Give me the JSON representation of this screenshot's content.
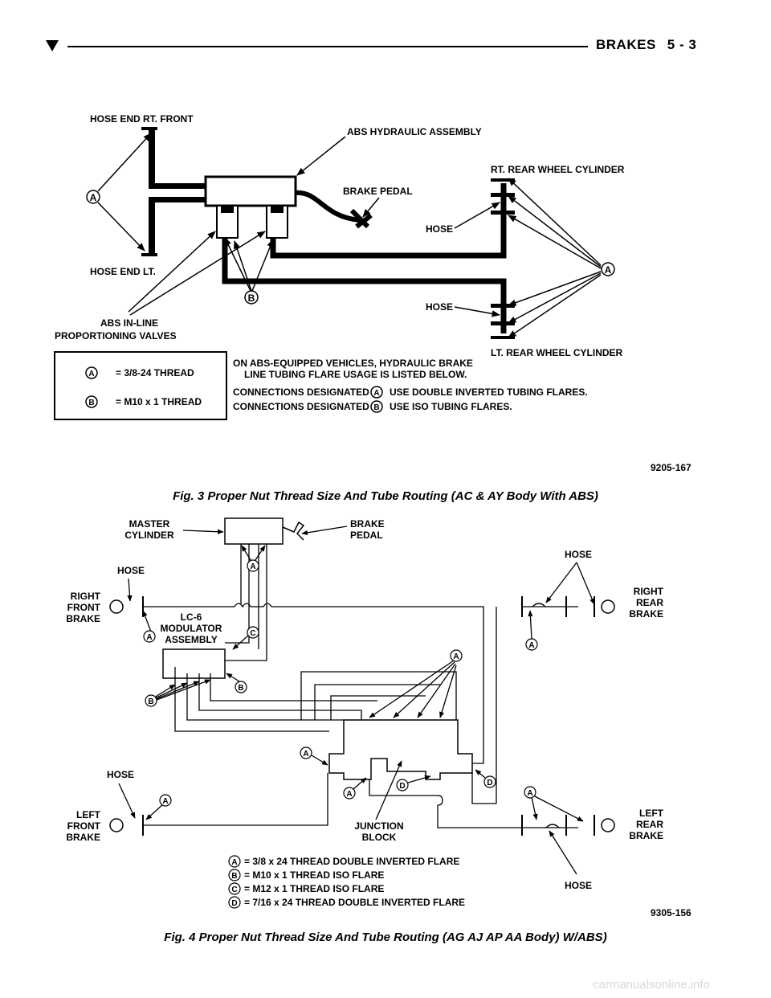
{
  "header": {
    "section": "BRAKES",
    "page": "5 - 3"
  },
  "fig3": {
    "labels": {
      "hose_end_rt_front": "HOSE END RT. FRONT",
      "abs_hydraulic_assembly": "ABS HYDRAULIC ASSEMBLY",
      "rt_rear_wheel_cylinder": "RT. REAR WHEEL CYLINDER",
      "brake_pedal": "BRAKE PEDAL",
      "hose_upper": "HOSE",
      "hose_end_lt": "HOSE END LT.",
      "hose_lower": "HOSE",
      "abs_inline_1": "ABS IN-LINE",
      "abs_inline_2": "PROPORTIONING VALVES",
      "lt_rear_wheel_cylinder": "LT. REAR WHEEL CYLINDER",
      "callout_a": "A",
      "callout_b": "B"
    },
    "legend": {
      "a_letter": "A",
      "a_text": "= 3/8-24 THREAD",
      "b_letter": "B",
      "b_text": "= M10 x 1 THREAD"
    },
    "notes": {
      "line1": "ON ABS-EQUIPPED VEHICLES, HYDRAULIC BRAKE",
      "line2": "LINE TUBING FLARE USAGE IS LISTED BELOW.",
      "conn1_pre": "CONNECTIONS DESIGNATED",
      "conn1_letter": "A",
      "conn1_post": "USE DOUBLE  INVERTED TUBING FLARES.",
      "conn2_pre": "CONNECTIONS DESIGNATED",
      "conn2_letter": "B",
      "conn2_post": "USE ISO TUBING  FLARES."
    },
    "figure_number": "9205-167",
    "caption": "Fig. 3 Proper Nut Thread Size And Tube Routing (AC & AY Body With ABS)"
  },
  "fig4": {
    "labels": {
      "master_cyl_1": "MASTER",
      "master_cyl_2": "CYLINDER",
      "brake_pedal_1": "BRAKE",
      "brake_pedal_2": "PEDAL",
      "hose_top_left": "HOSE",
      "hose_top_right": "HOSE",
      "right_front_1": "RIGHT",
      "right_front_2": "FRONT",
      "right_front_3": "BRAKE",
      "lc6_1": "LC-6",
      "lc6_2": "MODULATOR",
      "lc6_3": "ASSEMBLY",
      "right_rear_1": "RIGHT",
      "right_rear_2": "REAR",
      "right_rear_3": "BRAKE",
      "hose_bottom_left": "HOSE",
      "left_front_1": "LEFT",
      "left_front_2": "FRONT",
      "left_front_3": "BRAKE",
      "junction_1": "JUNCTION",
      "junction_2": "BLOCK",
      "left_rear_1": "LEFT",
      "left_rear_2": "REAR",
      "left_rear_3": "BRAKE",
      "hose_bottom_right": "HOSE",
      "callout_a": "A",
      "callout_b": "B",
      "callout_c": "C",
      "callout_d": "D"
    },
    "legend": [
      {
        "letter": "A",
        "text": "= 3/8 x 24 THREAD DOUBLE INVERTED FLARE"
      },
      {
        "letter": "B",
        "text": "= M10 x 1 THREAD ISO FLARE"
      },
      {
        "letter": "C",
        "text": "= M12 x 1 THREAD ISO FLARE"
      },
      {
        "letter": "D",
        "text": "= 7/16 x 24 THREAD DOUBLE INVERTED FLARE"
      }
    ],
    "figure_number": "9305-156",
    "caption": "Fig. 4 Proper Nut Thread Size And Tube Routing (AG AJ AP AA Body) W/ABS)"
  },
  "watermark": "carmanualsonline.info"
}
